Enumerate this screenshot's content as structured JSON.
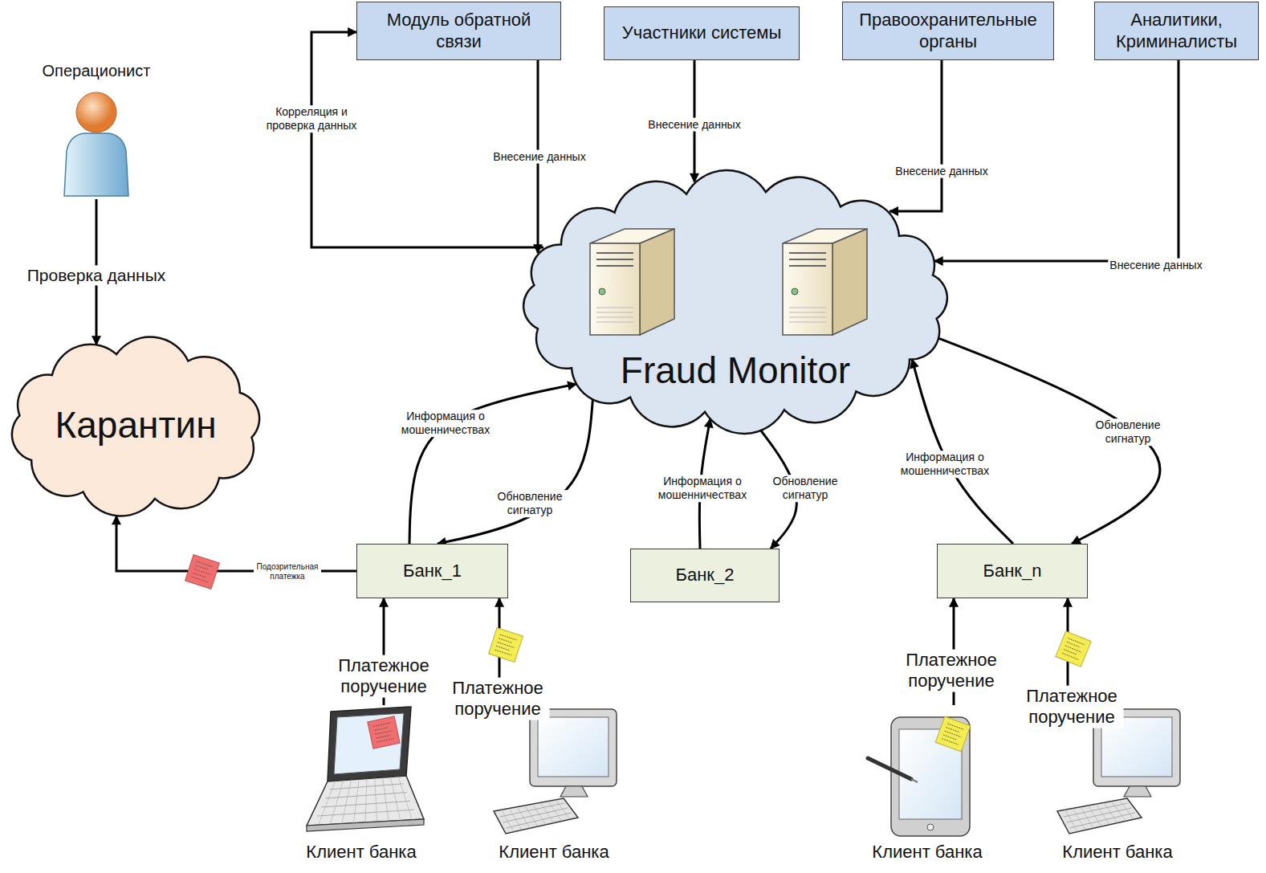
{
  "diagram": {
    "nodes": [
      {
        "text": [
          "Модуль обратной связи"
        ]
      },
      {
        "text": [
          "Участники системы"
        ]
      },
      {
        "text": [
          "Правоохранительные органы"
        ]
      },
      {
        "text": [
          "Аналитики, Криминалисты"
        ]
      },
      {
        "text": [
          "Операционист"
        ]
      },
      {
        "text": [
          "Fraud Monitor"
        ]
      },
      {
        "text": [
          "Карантин"
        ]
      },
      {
        "text": [
          "Банк_1"
        ]
      },
      {
        "text": [
          "Банк_2"
        ]
      },
      {
        "text": [
          "Банк_n"
        ]
      },
      {
        "text": [
          "Клиент банка"
        ]
      },
      {
        "text": [
          "Клиент банка"
        ]
      },
      {
        "text": [
          "Клиент банка"
        ]
      },
      {
        "text": [
          "Клиент банка"
        ]
      }
    ],
    "edges": [
      {
        "from": 0,
        "to": 5,
        "label": "Внесение данных",
        "arrow": "to"
      },
      {
        "from": 5,
        "to": 0,
        "label": "Корреляция и проверка данных",
        "arrow": "to"
      },
      {
        "from": 1,
        "to": 5,
        "label": "Внесение данных",
        "arrow": "to"
      },
      {
        "from": 2,
        "to": 5,
        "label": "Внесение данных",
        "arrow": "to"
      },
      {
        "from": 3,
        "to": 5,
        "label": "Внесение данных",
        "arrow": "to"
      },
      {
        "from": 4,
        "to": 6,
        "label": "Проверка данных",
        "arrow": "to"
      },
      {
        "from": 7,
        "to": 5,
        "label": "Информация о мошенничествах",
        "arrow": "to"
      },
      {
        "from": 5,
        "to": 7,
        "label": "Обновление сигнатур",
        "arrow": "to"
      },
      {
        "from": 8,
        "to": 5,
        "label": "Информация о мошенничествах",
        "arrow": "to"
      },
      {
        "from": 5,
        "to": 8,
        "label": "Обновление сигнатур",
        "arrow": "to"
      },
      {
        "from": 9,
        "to": 5,
        "label": "Информация о мошенничествах",
        "arrow": "to"
      },
      {
        "from": 5,
        "to": 9,
        "label": "Обновление сигнатур",
        "arrow": "to"
      },
      {
        "from": 7,
        "to": 6,
        "label": "Подозрительная платежка",
        "arrow": "to"
      },
      {
        "from": 10,
        "to": 7,
        "label": "Платежное поручение",
        "arrow": "to"
      },
      {
        "from": 11,
        "to": 7,
        "label": "Платежное поручение",
        "arrow": "to"
      },
      {
        "from": 12,
        "to": 9,
        "label": "Платежное поручение",
        "arrow": "to"
      },
      {
        "from": 13,
        "to": 9,
        "label": "Платежное поручение",
        "arrow": "to"
      }
    ]
  }
}
